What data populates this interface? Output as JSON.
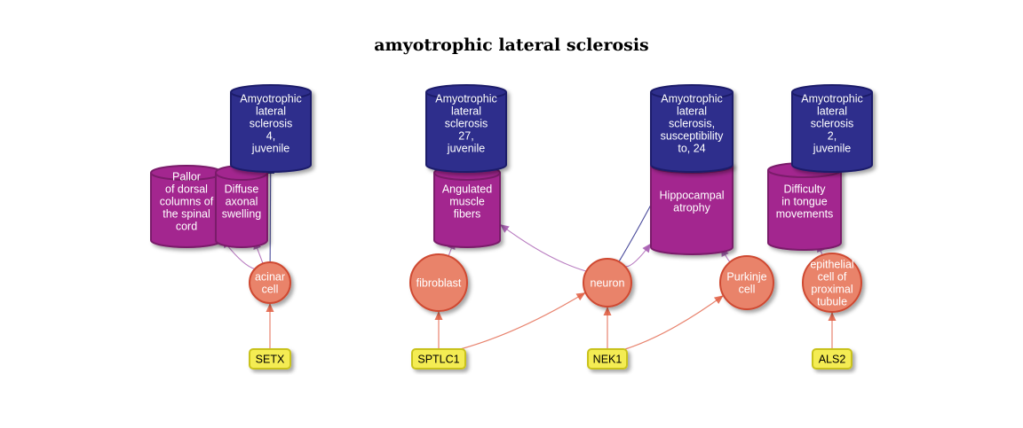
{
  "title": "amyotrophic lateral sclerosis",
  "colors": {
    "disease_fill": "#2e2f8c",
    "disease_stroke": "#1c1d6a",
    "phenotype_fill": "#a3288f",
    "phenotype_stroke": "#7a1a6b",
    "cell_fill": "#e9836b",
    "cell_stroke": "#cf4a30",
    "gene_fill": "#f4ec52",
    "gene_stroke": "#c9c21a",
    "edge_gene_cell": "#e05a3e",
    "edge_cell_phenotype": "#a65bb0",
    "edge_phenotype_disease": "#2a2c8a"
  },
  "nodes": {
    "d1": {
      "type": "disease",
      "lines": [
        "Amyotrophic",
        "lateral",
        "sclerosis",
        "4,",
        "juvenile"
      ]
    },
    "d2": {
      "type": "disease",
      "lines": [
        "Amyotrophic",
        "lateral",
        "sclerosis",
        "27,",
        "juvenile"
      ]
    },
    "d3": {
      "type": "disease",
      "lines": [
        "Amyotrophic",
        "lateral",
        "sclerosis,",
        "susceptibility",
        "to, 24"
      ]
    },
    "d4": {
      "type": "disease",
      "lines": [
        "Amyotrophic",
        "lateral",
        "sclerosis",
        "2,",
        "juvenile"
      ]
    },
    "p1": {
      "type": "phenotype",
      "lines": [
        "Pallor",
        "of dorsal",
        "columns of",
        "the spinal",
        "cord"
      ]
    },
    "p2": {
      "type": "phenotype",
      "lines": [
        "Diffuse",
        "axonal",
        "swelling"
      ]
    },
    "p3": {
      "type": "phenotype",
      "lines": [
        "Angulated",
        "muscle",
        "fibers"
      ]
    },
    "p4": {
      "type": "phenotype",
      "lines": [
        "Hippocampal",
        "atrophy"
      ]
    },
    "p5": {
      "type": "phenotype",
      "lines": [
        "Difficulty",
        "in tongue",
        "movements"
      ]
    },
    "c1": {
      "type": "cell",
      "lines": [
        "acinar",
        "cell"
      ]
    },
    "c2": {
      "type": "cell",
      "lines": [
        "fibroblast"
      ]
    },
    "c3": {
      "type": "cell",
      "lines": [
        "neuron"
      ]
    },
    "c4": {
      "type": "cell",
      "lines": [
        "Purkinje",
        "cell"
      ]
    },
    "c5": {
      "type": "cell",
      "lines": [
        "epithelial",
        "cell of",
        "proximal",
        "tubule"
      ]
    },
    "g1": {
      "type": "gene",
      "lines": [
        "SETX"
      ]
    },
    "g2": {
      "type": "gene",
      "lines": [
        "SPTLC1"
      ]
    },
    "g3": {
      "type": "gene",
      "lines": [
        "NEK1"
      ]
    },
    "g4": {
      "type": "gene",
      "lines": [
        "ALS2"
      ]
    }
  },
  "edges": [
    {
      "from": "g1",
      "to": "c1",
      "kind": "gene_cell"
    },
    {
      "from": "g2",
      "to": "c2",
      "kind": "gene_cell"
    },
    {
      "from": "g2",
      "to": "c3",
      "kind": "gene_cell"
    },
    {
      "from": "g3",
      "to": "c3",
      "kind": "gene_cell"
    },
    {
      "from": "g3",
      "to": "c4",
      "kind": "gene_cell"
    },
    {
      "from": "g4",
      "to": "c5",
      "kind": "gene_cell"
    },
    {
      "from": "c1",
      "to": "p1",
      "kind": "cell_phenotype"
    },
    {
      "from": "c1",
      "to": "p2",
      "kind": "cell_phenotype"
    },
    {
      "from": "c1",
      "to": "d1",
      "kind": "cell_disease"
    },
    {
      "from": "c2",
      "to": "p3",
      "kind": "cell_phenotype"
    },
    {
      "from": "c3",
      "to": "p3",
      "kind": "cell_phenotype"
    },
    {
      "from": "c3",
      "to": "p4",
      "kind": "cell_phenotype"
    },
    {
      "from": "c3",
      "to": "d3",
      "kind": "cell_disease"
    },
    {
      "from": "c4",
      "to": "p4",
      "kind": "cell_phenotype"
    },
    {
      "from": "c5",
      "to": "p5",
      "kind": "cell_phenotype"
    },
    {
      "from": "p1",
      "to": "d1",
      "kind": "phenotype_disease"
    },
    {
      "from": "p2",
      "to": "d1",
      "kind": "phenotype_disease"
    },
    {
      "from": "p3",
      "to": "d2",
      "kind": "phenotype_disease"
    },
    {
      "from": "p4",
      "to": "d3",
      "kind": "phenotype_disease"
    },
    {
      "from": "p5",
      "to": "d4",
      "kind": "phenotype_disease"
    }
  ]
}
